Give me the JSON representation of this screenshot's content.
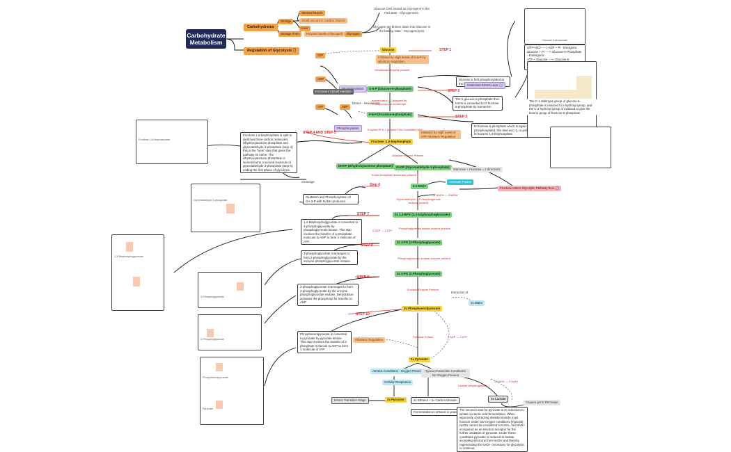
{
  "title": "Carbohydrate Metabolism",
  "branches": {
    "carbohydrates": "Carbohydrates",
    "regulation": "Regulation of Glycolysis"
  },
  "storage": {
    "storage": "Storage",
    "skeletal": "Skeletal Muscle",
    "small_amount": "Small amount in Cardiac Muscle",
    "liver": "Liver",
    "storage_form": "Storage Form",
    "polysaccharide": "Polysaccharide (Glycogen)",
    "glycogen": "Glycogen"
  },
  "notes": {
    "glucose_stored": "Glucose Gets stored as Glycogens in the Fed state - Glycogenesis.",
    "glycogen_broken": "Glycogen get broken down into Glucose in the fasting state - Glycogenolysis",
    "phosphorylated": "Glucose is first phosphorylated at the hydroxyl group on C-6",
    "g6p_converted": "The 6-glucose-6-phosphate then forms is converted to D-fructose-6-phosphate by isomerism",
    "f6p_again": "D-fructose-6-phosphate which is again phosphorylated, this time at C-1, to yield D-fructose 1,6-bisphosphate",
    "split": "Fructose 1,6-bisphosphate is split to yield two three-carbon molecules, dihydroxyacetone phosphate and glyceraldehyde 3-phosphate (step 4); this is the \"lysis\" step that gives the pathway its name. The dihydroxyacetone phosphate is isomerized to a second molecule of glyceraldehyde 3-phosphate (step 5), ending the first phase of glycolysis.",
    "oxidation": "Oxidation and Phosphorylation of GA-3-P with NADH produced",
    "bpg_converted": "1,3-Bisphosphoglycerate is converted to 3-phosphoglycerate by phosphoglycerate kinase. This step involves the transfer of a phosphate molecule to ADP to form 1 molecule of ATP.",
    "rearranges": "3-phosphoglycerate rearranges to form 2-phosphoglycerate by the enzyme phosphoglycerate mutase.",
    "rearranges2": "2-phosphoglycerate rearranges to form 2-phosphoglycerate by the enzyme phosphoglycerate mutase. Dehydration activates the phosphoryl for transfer to ADP",
    "pep_converted": "Phosphoenolpyruvate is converted to pyruvate by pyruvate kinase. This step involves the transfer of a phosphate molecule to ADP to form 1 molecule of ATP.",
    "atp_exergonic": "ATP+H2O ----> ADP + Pi - Exergonic\nGlucose + Pi ----> Glucose-6-Phosphate - Endergonic\nATP + Glucose ----> Glucose-6-Phosphate + ADP + Pi - Coupling reaction is Exergonic",
    "c1_aldehyde": "The C-1 aldehyde group of glucose-6-phosphate is reduced to a hydroxyl group, and the C-2 hydroxyl group is oxidized to give the ketone group of fructose-6-phosphate",
    "second_route": "The second route for pyruvate is its reduction to lactate via lactic acid fermentation. When vigorously contracting skeletal muscle must function under low-oxygen conditions (hypoxia), NADH cannot be reoxidized to NAD+, but NAD+ is required as an electron acceptor for the further oxidation of pyruvate. Under these conditions pyruvate is reduced to lactate, accepting electrons from NADH and thereby regenerating the NAD+ necessary for glycolysis to continue."
  },
  "pathway": {
    "glucose": "Glucose",
    "g6p": "G-6-P (Glucose-6-phosphate)",
    "f6p": "F-6-P (Fructose-6-phosphate)",
    "f16bp": "Fructose -1,6-bisphosphate",
    "dhap": "DHAP (Dihydroxyacetone phosphate)",
    "gadp": "GLDP (Glyceraldehyde-3-phosphate)",
    "nad": "2 x NAD+",
    "bpg": "2x 1,3-BPG (1,3-bisphosphoglycerate)",
    "pg3": "2x 3-PG (3-Phosphoglycerate)",
    "pg2": "2x 2-PG (2-Phosphoglycerate)",
    "pep": "2x Phosphoenolpyruvate",
    "pyruvate": "2x Pyruvate",
    "water": "2x Water"
  },
  "labels": {
    "atp": "ATP",
    "adp": "ADP",
    "atp2": "ATP",
    "adp2": "ADP",
    "phosphorylation": "Phosphorylation",
    "phosphorylation2": "Phosphorylation",
    "inhibited": "Inhibited by High levels of G-6-P by allosteric regulation",
    "hexokinase": "Hexokinase enzyme present",
    "fructose_intestine": "Fructose in Small Intestine",
    "enters_hexo": "Enters - Hexokinase",
    "isomerization": "Isomerization - Catalysed by Phosphohexose isomerase",
    "galactose": "Galactose Enters Here",
    "pfk1": "Enzyme PFK-1 present First Committed step",
    "inhibited_atp": "Inhibited by High Level of ATP Allosteric Regulation",
    "aldolase": "Aldolase enzyme Present",
    "triose": "Triose phosphate isomerase present",
    "cleavage": "Cleavage",
    "mannose": "Mannose + Fructose = 2 directions",
    "arsenate": "Arsenate Poison",
    "fructose_enters": "Fructose enters Glycolytic Pathway here",
    "nadh": "2 NADH --- 2NADH",
    "gapdh": "Glyceraldehyde-3-P dehydrogenase enzyme present",
    "adp_atp": "2 ADP --- 2 ATP",
    "pgk": "Phosphoglycerate kinase enzyme present",
    "pgm": "Phosphoglycerate mutase enzyme present",
    "enolase": "Enolase Enzyme Present",
    "extraction": "Extraction of",
    "allosteric": "Allosteric Regulation",
    "pk_enzyme": "Pyruvate Kinase",
    "adp_atp2": "2 ADP --- 2 ATP",
    "aerobic": "Aerobic Conditions - Oxygen Present",
    "hypoxic": "Hypoxic/Anaerobic Conditions-No Oxygen Present",
    "cellular": "Cellular Respiration",
    "lactate_dh": "Lactate dehydrogenase",
    "nadh2": "2 NADH --- 2 NAD+",
    "pyruvate2": "2x Pyruvate",
    "transition": "Enters Transition Stage",
    "ethanol": "2x Ethanol + 2x Carbon Dioxide",
    "lactate": "2x Lactate",
    "ph": "Causes pH to Decrease",
    "fermentation": "Fermentation to ethanol in yeast"
  },
  "steps": {
    "s1": "STEP 1",
    "s2": "STEP 2",
    "s3": "STEP 3",
    "s45": "STEP 4 AND STEP 5",
    "s6": "Step 6",
    "s7": "STEP 7",
    "s8": "STEP 8",
    "s9": "STEP 9",
    "s10": "STEP 10"
  },
  "figs": {
    "f1": "Glucose 6-phosphate",
    "f2": "Fructose 1,6-bisphosphate",
    "f3": "Glyceraldehyde 3-phosphate",
    "f4": "1,3-Bisphosphoglycerate",
    "f5": "3-Phosphoglycerate",
    "f6": "2-Phosphoglycerate",
    "f7": "Phosphoenolpyruvate",
    "f8": "Pyruvate"
  }
}
